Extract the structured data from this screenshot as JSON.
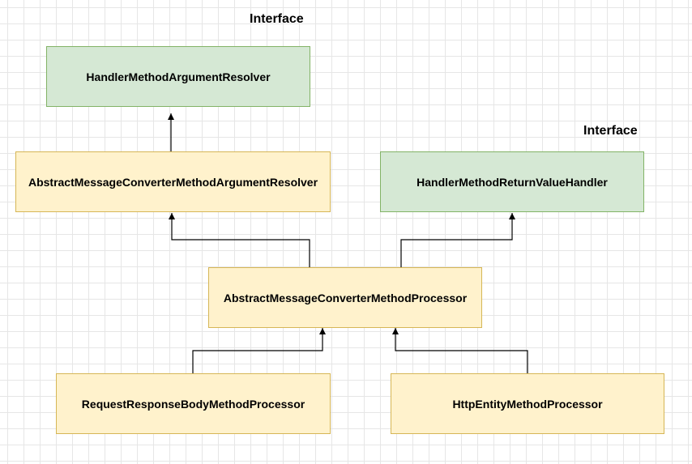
{
  "labels": {
    "interface_label_1": "Interface",
    "interface_label_2": "Interface"
  },
  "nodes": {
    "handler_method_argument_resolver": "HandlerMethodArgumentResolver",
    "abstract_message_converter_method_argument_resolver": "AbstractMessageConverterMethodArgumentResolver",
    "handler_method_return_value_handler": "HandlerMethodReturnValueHandler",
    "abstract_message_converter_method_processor": "AbstractMessageConverterMethodProcessor",
    "request_response_body_method_processor": "RequestResponseBodyMethodProcessor",
    "http_entity_method_processor": "HttpEntityMethodProcessor"
  },
  "edges": [
    {
      "from": "abstract_message_converter_method_argument_resolver",
      "to": "handler_method_argument_resolver"
    },
    {
      "from": "abstract_message_converter_method_processor",
      "to": "abstract_message_converter_method_argument_resolver"
    },
    {
      "from": "abstract_message_converter_method_processor",
      "to": "handler_method_return_value_handler"
    },
    {
      "from": "request_response_body_method_processor",
      "to": "abstract_message_converter_method_processor"
    },
    {
      "from": "http_entity_method_processor",
      "to": "abstract_message_converter_method_processor"
    }
  ],
  "colors": {
    "interface_fill": "#d5e8d4",
    "interface_stroke": "#82b366",
    "class_fill": "#fff2cc",
    "class_stroke": "#d6b656",
    "edge": "#000000",
    "grid": "#e6e6e6"
  }
}
